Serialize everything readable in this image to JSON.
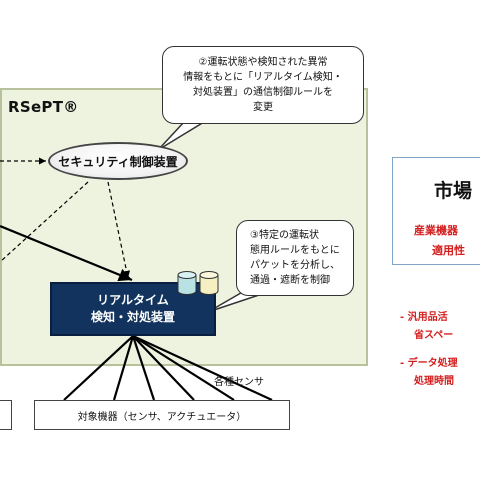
{
  "brand": {
    "name": "RSePT®"
  },
  "security_controller": {
    "label": "セキュリティ制御装置"
  },
  "realtime_device": {
    "line1": "リアルタイム",
    "line2": "検知・対処装置"
  },
  "callout2": {
    "lines": [
      "②運転状態や検知された異常",
      "情報をもとに「リアルタイム検知・",
      "対処装置」の通信制御ルールを",
      "変更"
    ]
  },
  "callout3": {
    "lines": [
      "③特定の運転状",
      "態用ルールをもとに",
      "パケットを分析し、",
      "通過・遮断を制御"
    ]
  },
  "sensors_label": "各種センサ",
  "target_devices": "対象機器（センサ、アクチュエータ）",
  "market": {
    "title": "市場",
    "line1": "産業機器",
    "line2": "適用性",
    "bullets": [
      {
        "line1": "- 汎用品活",
        "line2": "省スペー"
      },
      {
        "line1": "- データ処理",
        "line2": "処理時間"
      }
    ]
  },
  "colors": {
    "green_area": "#eef3e0",
    "navy_box": "#12335e",
    "accent_red": "#d31f1f",
    "cylinder_teal": "#b9e2e4",
    "cylinder_yellow": "#f6efc1"
  }
}
